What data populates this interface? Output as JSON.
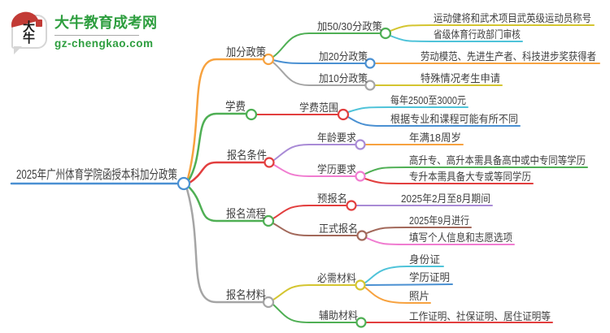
{
  "logo": {
    "icon_chars": "大牛",
    "title": "大牛教育成考网",
    "subtitle": "gz-chengkao.com"
  },
  "root": {
    "label": "2025年广州体育学院函授本科加分政策"
  },
  "branches": [
    {
      "label": "加分政策",
      "children": [
        {
          "label": "加50/30分政策",
          "leaves": [
            "运动健将和武术项目武英级运动员称号",
            "省级体育行政部门审核"
          ]
        },
        {
          "label": "加20分政策",
          "leaves": [
            "劳动模范、先进生产者、科技进步奖获得者"
          ]
        },
        {
          "label": "加10分政策",
          "leaves": [
            "特殊情况考生申请"
          ]
        }
      ]
    },
    {
      "label": "学费",
      "children": [
        {
          "label": "学费范围",
          "leaves": [
            "每年2500至3000元",
            "根据专业和课程可能有所不同"
          ]
        }
      ]
    },
    {
      "label": "报名条件",
      "children": [
        {
          "label": "年龄要求",
          "leaves": [
            "年满18周岁"
          ]
        },
        {
          "label": "学历要求",
          "leaves": [
            "高升专、高升本需具备高中或中专同等学历",
            "专升本需具备大专或等同学历"
          ]
        }
      ]
    },
    {
      "label": "报名流程",
      "children": [
        {
          "label": "预报名",
          "leaves": [
            "2025年2月至8月期间"
          ]
        },
        {
          "label": "正式报名",
          "leaves": [
            "2025年9月进行",
            "填写个人信息和志愿选项"
          ]
        }
      ]
    },
    {
      "label": "报名材料",
      "children": [
        {
          "label": "必需材料",
          "leaves": [
            "身份证",
            "学历证明",
            "照片"
          ]
        },
        {
          "label": "辅助材料",
          "leaves": [
            "工作证明、社保证明、居住证明等"
          ]
        }
      ]
    }
  ],
  "colors": {
    "root_blue": "#4A90D2",
    "orange": "#F7A23F",
    "green": "#4FAF54",
    "red": "#E23E3E",
    "gray": "#A5A5A5",
    "cyan": "#4FC3D9",
    "yellow": "#D4C530",
    "purple": "#A98BD6",
    "pink": "#F07CD0",
    "brown": "#A2685A",
    "logo_green": "#2E9E3F",
    "text": "#3F3F3F"
  }
}
